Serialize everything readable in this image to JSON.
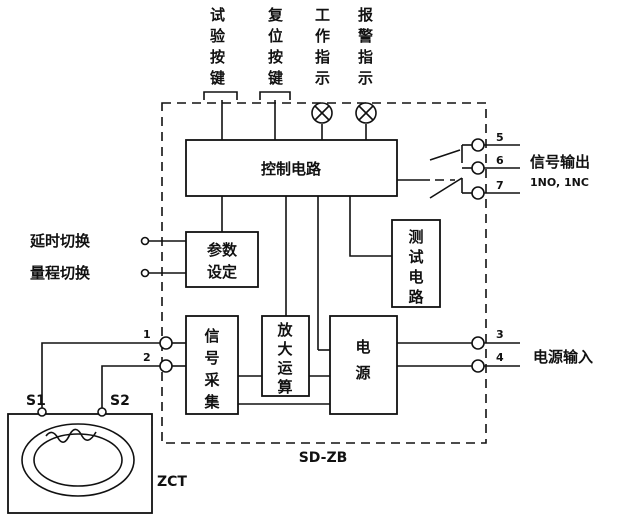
{
  "top_labels": {
    "test_button": [
      "试",
      "验",
      "按",
      "键"
    ],
    "reset_button": [
      "复",
      "位",
      "按",
      "键"
    ],
    "work_indicator": [
      "工",
      "作",
      "指",
      "示"
    ],
    "alarm_indicator": [
      "报",
      "警",
      "指",
      "示"
    ]
  },
  "blocks": {
    "control_circuit": "控制电路",
    "parameter_setting": [
      "参数",
      "设定"
    ],
    "test_circuit": [
      "测",
      "试",
      "电",
      "路"
    ],
    "signal_acquisition": [
      "信",
      "号",
      "采",
      "集"
    ],
    "amplifier": [
      "放",
      "大",
      "运",
      "算"
    ],
    "power_supply": [
      "电",
      "源"
    ]
  },
  "inputs": {
    "delay_switch": "延时切换",
    "range_switch": "量程切换"
  },
  "signal_output": {
    "label": "信号输出",
    "contacts": "1NO, 1NC"
  },
  "power_input": "电源输入",
  "terminals": {
    "t1": "1",
    "t2": "2",
    "t3": "3",
    "t4": "4",
    "t5": "5",
    "t6": "6",
    "t7": "7"
  },
  "sensor": {
    "s1": "S1",
    "s2": "S2",
    "name": "ZCT"
  },
  "enclosure_label": "SD-ZB"
}
